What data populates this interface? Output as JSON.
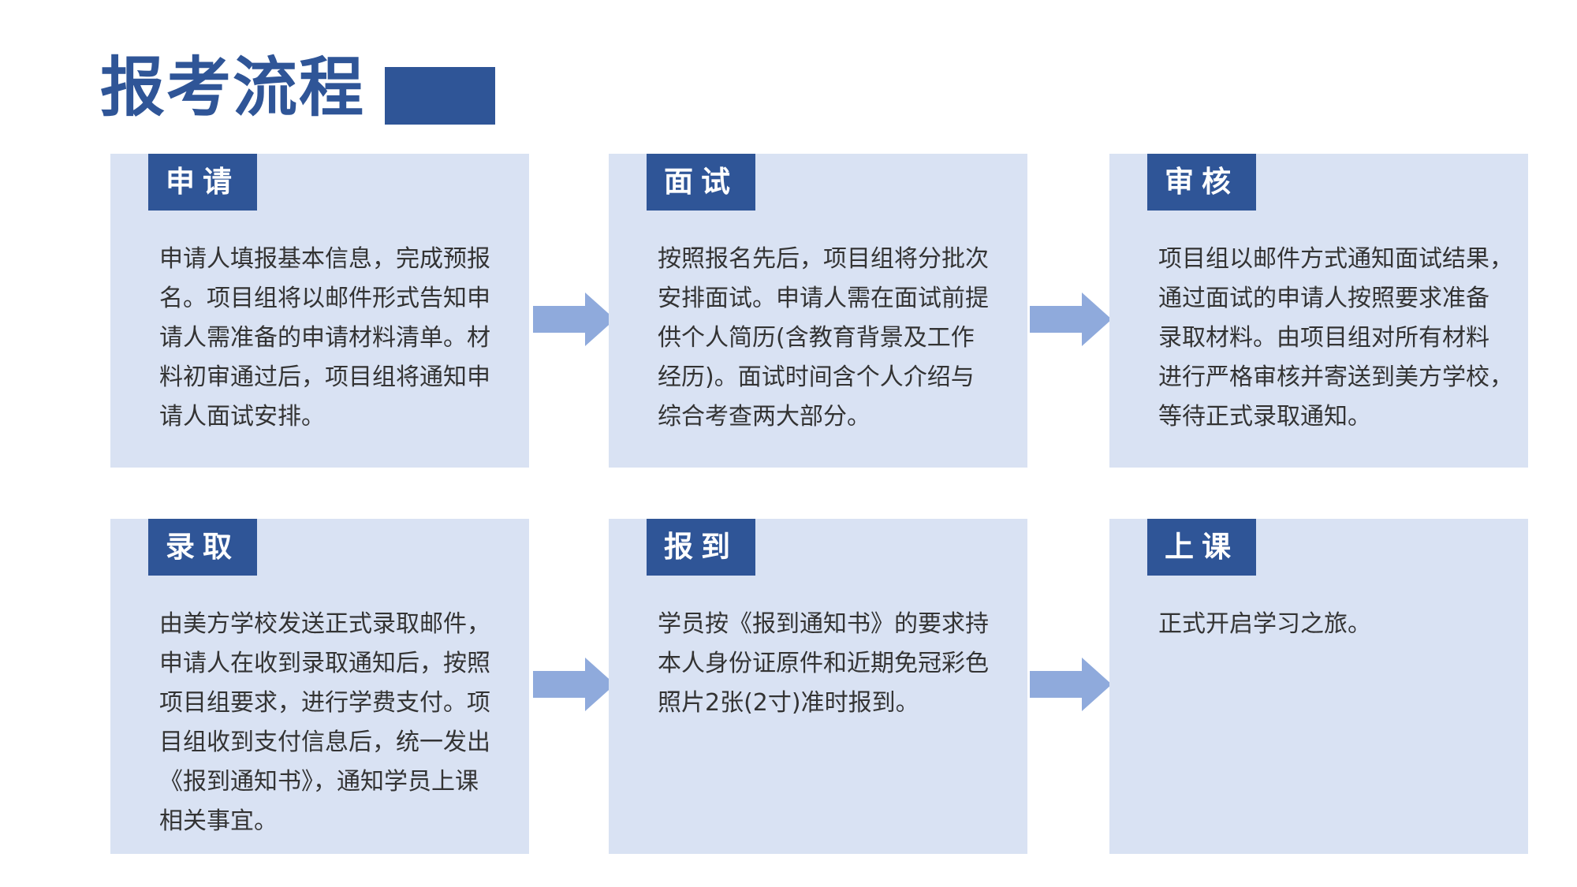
{
  "slide": {
    "title": "报考流程",
    "colors": {
      "background": "#FFFFFF",
      "accent": "#2F5597",
      "cardbg": "#D9E2F3",
      "arrow": "#8FAADC",
      "text": "#333333",
      "badgetext": "#FFFFFF"
    }
  },
  "steps": [
    {
      "label": "申请",
      "body": "申请人填报基本信息，完成预报\n名。项目组将以邮件形式告知申\n请人需准备的申请材料清单。材\n料初审通过后，项目组将通知申\n请人面试安排。"
    },
    {
      "label": "面试",
      "body": "按照报名先后，项目组将分批次\n安排面试。申请人需在面试前提\n供个人简历(含教育背景及工作\n经历)。面试时间含个人介绍与\n综合考查两大部分。"
    },
    {
      "label": "审核",
      "body": "项目组以邮件方式通知面试结果，\n通过面试的申请人按照要求准备\n录取材料。由项目组对所有材料\n进行严格审核并寄送到美方学校，\n等待正式录取通知。"
    },
    {
      "label": "录取",
      "body": "由美方学校发送正式录取邮件，\n申请人在收到录取通知后，按照\n项目组要求，进行学费支付。项\n目组收到支付信息后，统一发出\n《报到通知书》，通知学员上课\n相关事宜。"
    },
    {
      "label": "报到",
      "body": "学员按《报到通知书》的要求持\n本人身份证原件和近期免冠彩色\n照片2张(2寸)准时报到。"
    },
    {
      "label": "上课",
      "body": "正式开启学习之旅。"
    }
  ]
}
